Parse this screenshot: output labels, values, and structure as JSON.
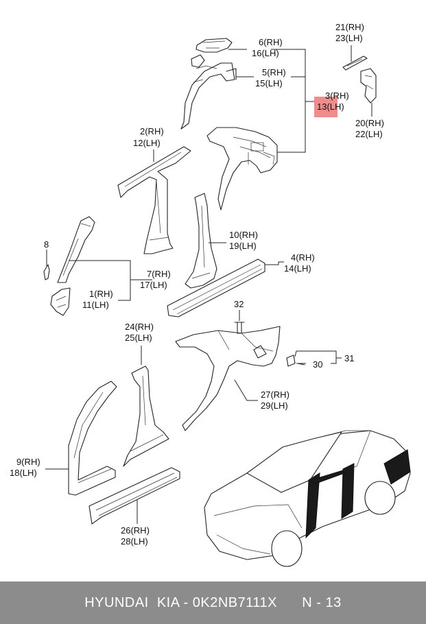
{
  "labels": {
    "p6": "6(RH)",
    "p16": "16(LH)",
    "p5": "5(RH)",
    "p15": "15(LH)",
    "p3": "3(RH)",
    "p13": "13(LH)",
    "p21": "21(RH)",
    "p23": "23(LH)",
    "p20": "20(RH)",
    "p22": "22(LH)",
    "p2": "2(RH)",
    "p12": "12(LH)",
    "p8": "8",
    "p10": "10(RH)",
    "p19": "19(LH)",
    "p4": "4(RH)",
    "p14": "14(LH)",
    "p7": "7(RH)",
    "p17": "17(LH)",
    "p1": "1(RH)",
    "p11": "11(LH)",
    "p32": "32",
    "p24": "24(RH)",
    "p25": "25(LH)",
    "p30": "30",
    "p31": "31",
    "p27": "27(RH)",
    "p29": "29(LH)",
    "p9": "9(RH)",
    "p18": "18(LH)",
    "p26": "26(RH)",
    "p28": "28(LH)"
  },
  "highlight": {
    "color": "#f08080"
  },
  "footer": {
    "text": "HYUNDAI  KIA - 0K2NB7111X      N - 13"
  }
}
